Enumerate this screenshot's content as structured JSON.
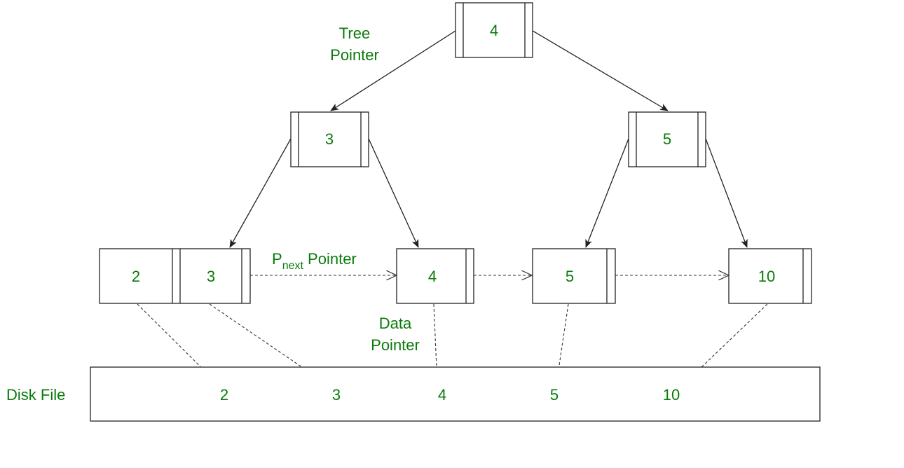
{
  "labels": {
    "tree_pointer_line1": "Tree",
    "tree_pointer_line2": "Pointer",
    "pnext_p": "P",
    "pnext_sub": "next",
    "pnext_rest": " Pointer",
    "data_pointer_line1": "Data",
    "data_pointer_line2": "Pointer",
    "disk_file": "Disk File"
  },
  "tree": {
    "root": "4",
    "internal": [
      "3",
      "5"
    ],
    "leaves": [
      [
        "2",
        "3"
      ],
      [
        "4"
      ],
      [
        "5"
      ],
      [
        "10"
      ]
    ]
  },
  "disk": {
    "values": [
      "2",
      "3",
      "4",
      "5",
      "10"
    ]
  },
  "colors": {
    "text": "#0a7a0a",
    "lines": "#222222"
  }
}
